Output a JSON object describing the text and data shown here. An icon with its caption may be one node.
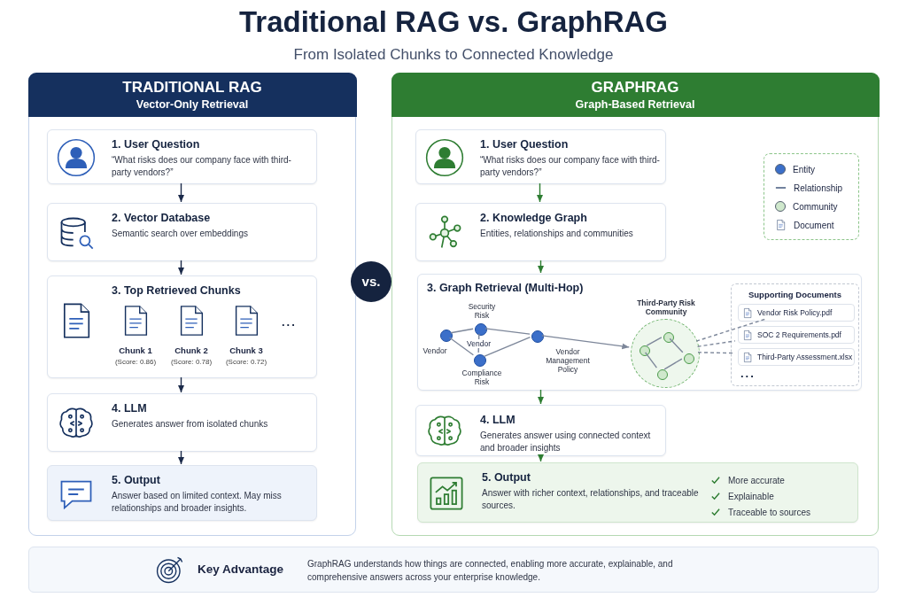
{
  "diagram": {
    "title": "Traditional RAG vs. GraphRAG",
    "nodes": [
      {
        "text": [
          "TRADITIONAL RAG",
          "Vector-Only Retrieval"
        ]
      },
      {
        "text": [
          "1. User Question",
          "“What risks does our company face with third-party vendors?”"
        ],
        "in": 0
      },
      {
        "text": [
          "2. Vector Database",
          "Semantic search over embeddings"
        ],
        "in": 0
      },
      {
        "text": [
          "3. Top Retrieved Chunks"
        ],
        "in": 0
      },
      {
        "text": [
          "Chunk 1",
          "(Score: 0.86)"
        ],
        "in": 3
      },
      {
        "text": [
          "Chunk 2",
          "(Score: 0.78)"
        ],
        "in": 3
      },
      {
        "text": [
          "Chunk 3",
          "(Score: 0.72)"
        ],
        "in": 3
      },
      {
        "text": [
          "4. LLM",
          "Generates answer from isolated chunks"
        ],
        "in": 0
      },
      {
        "text": [
          "5. Output",
          "Answer based on limited context. May miss relationships and broader insights."
        ],
        "in": 0
      },
      {
        "text": [
          "vs."
        ]
      },
      {
        "text": [
          "GRAPHRAG",
          "Graph-Based Retrieval"
        ]
      },
      {
        "text": [
          "1. User Question",
          "“What risks does our company face with third-party vendors?”"
        ],
        "in": 10
      },
      {
        "text": [
          "2. Knowledge Graph",
          "Entities, relationships and communities"
        ],
        "in": 10
      },
      {
        "text": [
          "3. Graph Retrieval (Multi-Hop)"
        ],
        "in": 10
      },
      {
        "text": [],
        "shape": "circle",
        "beside": [
          "Vendor"
        ],
        "in": 13
      },
      {
        "text": [],
        "shape": "circle",
        "beside": [
          "Security Risk"
        ],
        "in": 13
      },
      {
        "text": [],
        "shape": "circle",
        "beside": [
          "Compliance Risk"
        ],
        "in": 13
      },
      {
        "text": [],
        "shape": "circle",
        "beside": [
          "Vendor Management Policy"
        ],
        "in": 13
      },
      {
        "text": [],
        "shape": "circle",
        "beside": [
          "Third-Party Risk Community"
        ],
        "in": 13
      },
      {
        "text": [],
        "shape": "circle",
        "in": 18
      },
      {
        "text": [],
        "shape": "circle",
        "in": 18
      },
      {
        "text": [],
        "shape": "circle",
        "in": 18
      },
      {
        "text": [],
        "shape": "circle",
        "in": 18
      },
      {
        "text": [
          "Supporting Documents"
        ],
        "in": 13
      },
      {
        "text": [
          "Vendor Risk Policy.pdf"
        ],
        "in": 23
      },
      {
        "text": [
          "SOC 2 Requirements.pdf"
        ],
        "in": 23
      },
      {
        "text": [
          "Third-Party Assessment.xlsx"
        ],
        "in": 23
      },
      {
        "text": [
          "4. LLM",
          "Generates answer using connected context and broader insights"
        ],
        "in": 10
      },
      {
        "text": [
          "5. Output",
          "Answer with richer context, relationships, and traceable sources.",
          "More accurate",
          "Explainable",
          "Traceable to sources"
        ],
        "in": 10
      },
      {
        "text": [
          "Key Advantage",
          "GraphRAG understands how things are connected, enabling more accurate, explainable, and comprehensive answers across your enterprise knowledge."
        ]
      }
    ],
    "edges": [
      {
        "from": 1,
        "to": 2,
        "arrow": "to",
        "color": "#1b2a4a"
      },
      {
        "from": 2,
        "to": 3,
        "arrow": "to",
        "color": "#1b2a4a"
      },
      {
        "from": 3,
        "to": 7,
        "arrow": "to",
        "color": "#1b2a4a"
      },
      {
        "from": 7,
        "to": 8,
        "arrow": "to",
        "color": "#1b2a4a"
      },
      {
        "from": 11,
        "to": 12,
        "arrow": "to",
        "color": "#2e7d32"
      },
      {
        "from": 12,
        "to": 13,
        "arrow": "to",
        "color": "#2e7d32"
      },
      {
        "from": 13,
        "to": 27,
        "arrow": "to",
        "color": "#2e7d32"
      },
      {
        "from": 27,
        "to": 28,
        "arrow": "to",
        "color": "#2e7d32"
      },
      {
        "from": 14,
        "to": 15,
        "arrow": "none"
      },
      {
        "from": 14,
        "to": 16,
        "arrow": "none"
      },
      {
        "from": 15,
        "to": 16,
        "arrow": "none",
        "label": "Vendor"
      },
      {
        "from": 15,
        "to": 17,
        "arrow": "none"
      },
      {
        "from": 16,
        "to": 17,
        "arrow": "none"
      },
      {
        "from": 17,
        "to": 18,
        "arrow": "to"
      },
      {
        "from": 19,
        "to": 20,
        "arrow": "none"
      },
      {
        "from": 20,
        "to": 21,
        "arrow": "none"
      },
      {
        "from": 21,
        "to": 22,
        "arrow": "none"
      },
      {
        "from": 22,
        "to": 19,
        "arrow": "none"
      },
      {
        "from": 18,
        "to": 24,
        "arrow": "none",
        "style": "dashed"
      },
      {
        "from": 18,
        "to": 25,
        "arrow": "none",
        "style": "dashed"
      },
      {
        "from": 18,
        "to": 26,
        "arrow": "none",
        "style": "dashed"
      }
    ],
    "labels": [
      "From Isolated Chunks to Connected Knowledge",
      "...",
      "..."
    ],
    "legend": [
      {
        "text": "Entity",
        "color": "#3b6fc9"
      },
      {
        "text": "Relationship"
      },
      {
        "text": "Community",
        "color": "#cfe8cc"
      },
      {
        "text": "Document"
      }
    ]
  }
}
